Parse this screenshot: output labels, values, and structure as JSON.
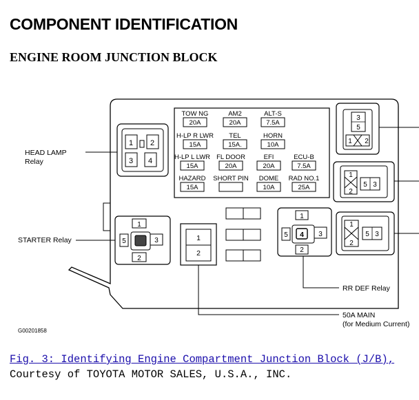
{
  "page": {
    "title": "COMPONENT IDENTIFICATION",
    "subtitle": "ENGINE ROOM JUNCTION BLOCK"
  },
  "diagram": {
    "fuses": [
      {
        "name": "TOW NG",
        "rating": "20A"
      },
      {
        "name": "AM2",
        "rating": "20A"
      },
      {
        "name": "ALT-S",
        "rating": "7.5A"
      },
      {
        "name": "H-LP R LWR",
        "rating": "15A"
      },
      {
        "name": "TEL",
        "rating": "15A."
      },
      {
        "name": "HORN",
        "rating": "10A"
      },
      {
        "name": "H-LP L LWR",
        "rating": "15A"
      },
      {
        "name": "FL DOOR",
        "rating": "20A"
      },
      {
        "name": "EFI",
        "rating": "20A"
      },
      {
        "name": "ECU-B",
        "rating": "7.5A"
      },
      {
        "name": "HAZARD",
        "rating": "15A"
      },
      {
        "name": "SHORT PIN",
        "rating": ""
      },
      {
        "name": "DOME",
        "rating": "10A"
      },
      {
        "name": "RAD NO.1",
        "rating": "25A"
      }
    ],
    "labels": {
      "head_lamp_line1": "HEAD LAMP",
      "head_lamp_line2": "Relay",
      "starter": "STARTER Relay",
      "rr_def": "RR DEF Relay",
      "main_line1": "50A MAIN",
      "main_line2": "(for Medium Current)",
      "code": "G00201858"
    },
    "pins": {
      "head_lamp": [
        "1",
        "2",
        "3",
        "4"
      ],
      "starter": [
        "1",
        "5",
        "3",
        "2"
      ],
      "rr_def": [
        "1",
        "5",
        "4",
        "3",
        "2"
      ],
      "main": [
        "1",
        "2"
      ],
      "top_right": [
        "3",
        "5",
        "1",
        "2"
      ],
      "mid_right": [
        "1",
        "5",
        "3",
        "2"
      ],
      "low_right": [
        "1",
        "5",
        "3",
        "2"
      ]
    }
  },
  "caption": {
    "link": "Fig. 3: Identifying Engine Compartment Junction Block (J/B),",
    "credit": "Courtesy of TOYOTA MOTOR SALES, U.S.A., INC."
  }
}
